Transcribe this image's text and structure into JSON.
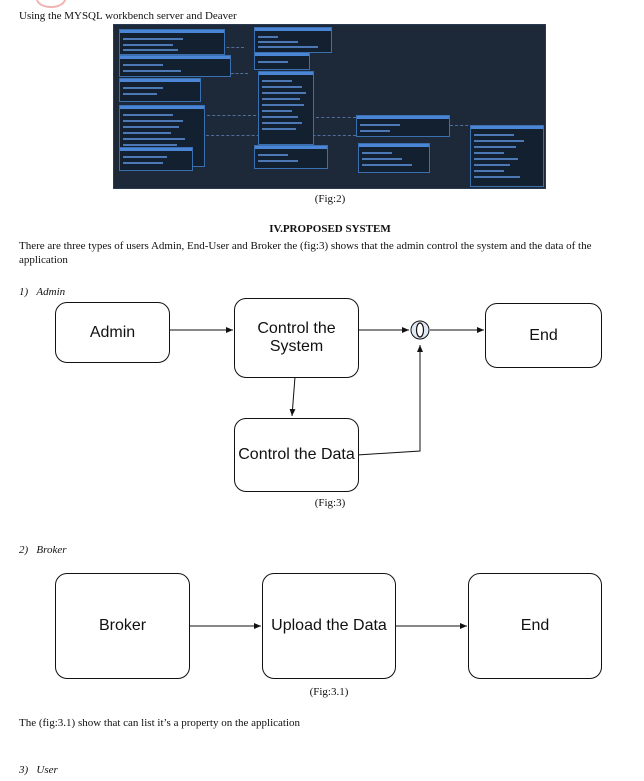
{
  "intro_text": "Using the MYSQL workbench server and Deaver",
  "fig2_caption": "(Fig:2)",
  "section_heading": "IV.PROPOSED SYSTEM",
  "section_paragraph": "There are three types of users Admin, End-User and Broker the (fig:3) shows that the admin control the system and the data of the application",
  "sub1": {
    "number": "1)",
    "title": "Admin"
  },
  "admin_flow": {
    "admin": "Admin",
    "control_system": "Control the System",
    "end": "End",
    "control_data": "Control the Data",
    "caption": "(Fig:3)"
  },
  "sub2": {
    "number": "2)",
    "title": "Broker"
  },
  "broker_flow": {
    "broker": "Broker",
    "upload": "Upload the Data",
    "end": "End",
    "caption": "(Fig:3.1)"
  },
  "broker_paragraph": "The (fig:3.1) show that can list it’s a property on the application",
  "sub3": {
    "number": "3)",
    "title": "User"
  },
  "colors": {
    "db_background": "#1d2838",
    "db_table_accent": "#4b86d6"
  }
}
